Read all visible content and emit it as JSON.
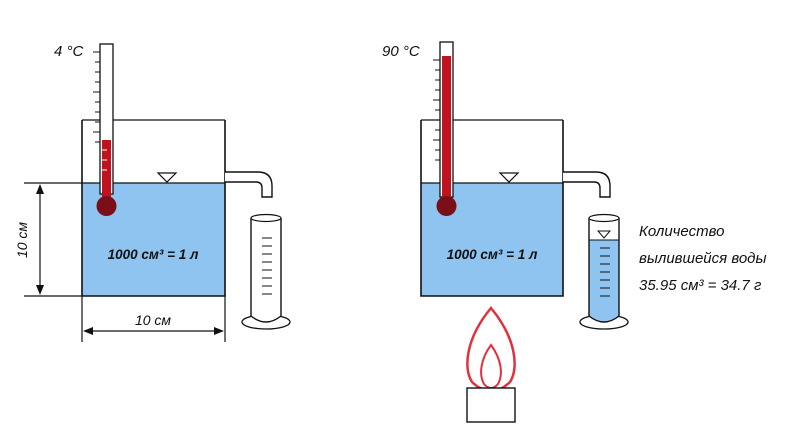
{
  "colors": {
    "water": "#8fc3f0",
    "mercury": "#c1121f",
    "bulb": "#7a0f1a",
    "outline": "#111111",
    "flame": "#e3303c"
  },
  "left_setup": {
    "thermometer_label": "4 °C",
    "volume_label": "1000 см³ = 1 л",
    "height_label": "10 см",
    "width_label": "10 см"
  },
  "right_setup": {
    "thermometer_label": "90 °C",
    "volume_label": "1000 см³ = 1 л",
    "note_lines": [
      "Количество",
      "вылившейся воды",
      "35.95 см³ = 34.7 г"
    ]
  },
  "icons": {
    "burner": "candle-flame-icon"
  }
}
